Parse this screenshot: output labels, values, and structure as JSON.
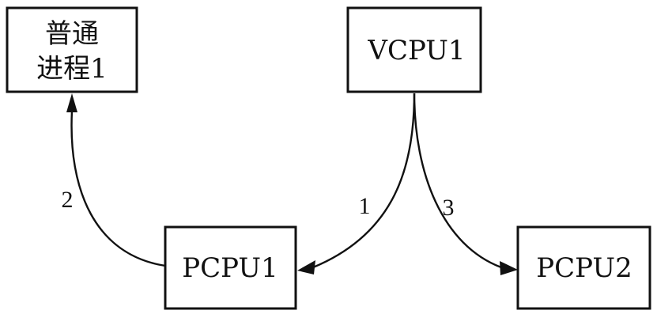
{
  "nodes": {
    "normal_process": {
      "line1": "普通",
      "line2": "进程1"
    },
    "vcpu1": {
      "label": "VCPU1"
    },
    "pcpu1": {
      "label": "PCPU1"
    },
    "pcpu2": {
      "label": "PCPU2"
    }
  },
  "edges": {
    "vcpu1_to_pcpu1": {
      "label": "1"
    },
    "pcpu1_to_process": {
      "label": "2"
    },
    "vcpu1_to_pcpu2": {
      "label": "3"
    }
  }
}
